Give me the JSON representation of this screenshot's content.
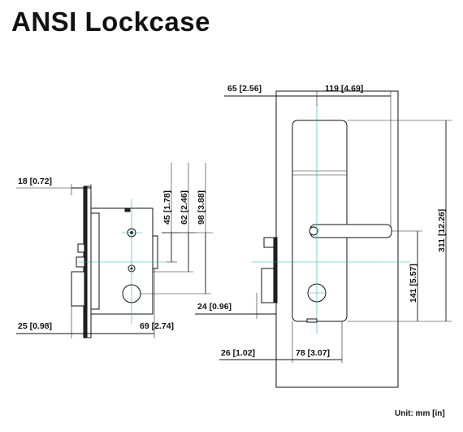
{
  "title": "ANSI Lockcase",
  "unit_label": "Unit: mm [in]",
  "side_view": {
    "dim_18": "18 [0.72]",
    "dim_45": "45 [1.78]",
    "dim_62": "62 [2.46]",
    "dim_98": "98 [3.88]",
    "dim_24": "24 [0.96]",
    "dim_25": "25 [0.98]",
    "dim_69": "69 [2.74]"
  },
  "front_view": {
    "dim_65": "65 [2.56]",
    "dim_119": "119 [4.69]",
    "dim_311": "311 [12.26]",
    "dim_141": "141 [5.57]",
    "dim_26": "26 [1.02]",
    "dim_78": "78 [3.07]"
  },
  "colors": {
    "line": "#111111",
    "centerline": "#22aaaa",
    "background": "#ffffff"
  }
}
